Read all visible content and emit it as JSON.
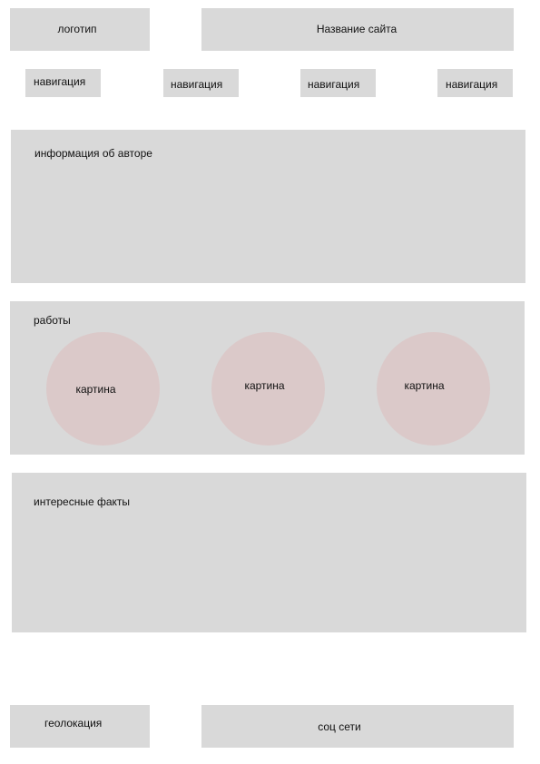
{
  "header": {
    "logo_label": "логотип",
    "site_title": "Название сайта"
  },
  "nav": {
    "items": [
      {
        "label": "навигация"
      },
      {
        "label": "навигация"
      },
      {
        "label": "навигация"
      },
      {
        "label": "навигация"
      }
    ]
  },
  "sections": {
    "author_info": {
      "label": "информация об авторе"
    },
    "works": {
      "label": "работы",
      "paintings": [
        {
          "label": "картина"
        },
        {
          "label": "картина"
        },
        {
          "label": "картина"
        }
      ]
    },
    "facts": {
      "label": "интересные факты"
    }
  },
  "footer": {
    "geolocation_label": "геолокация",
    "social_label": "соц сети"
  }
}
